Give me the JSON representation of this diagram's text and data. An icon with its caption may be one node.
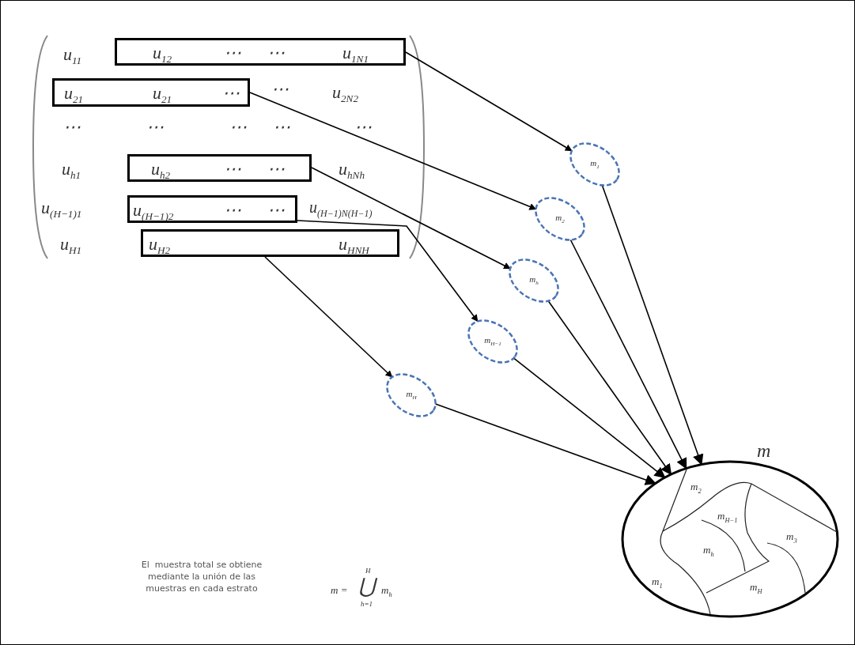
{
  "diagram": {
    "nodes": [
      {
        "text": [
          "u$_{12}$",
          "⋯",
          "⋯",
          "u$_{1N}$$_{1}$"
        ]
      },
      {
        "text": [
          "u$_{21}$",
          "u$_{21}$",
          "⋯"
        ]
      },
      {
        "text": [
          "u$_{h2}$",
          "⋯",
          "⋯"
        ]
      },
      {
        "text": [
          "u$_{(H−1)2}$",
          "⋯",
          "⋯"
        ]
      },
      {
        "text": [
          "u$_{H2}$",
          "u$_{HN}$$_{H}$"
        ]
      },
      {
        "text": [
          "m$_{1}$"
        ]
      },
      {
        "text": [
          "m$_{2}$"
        ]
      },
      {
        "text": [
          "m$_{h}$"
        ]
      },
      {
        "text": [
          "m$_{H−1}$"
        ]
      },
      {
        "text": [
          "m$_{H}$"
        ]
      },
      {
        "text": [
          "m"
        ]
      },
      {
        "text": [
          "m$_{2}$"
        ],
        "in": 10
      },
      {
        "text": [
          "m$_{H−1}$"
        ],
        "in": 10
      },
      {
        "text": [
          "m$_{3}$"
        ],
        "in": 10
      },
      {
        "text": [
          "m$_{h}$"
        ],
        "in": 10
      },
      {
        "text": [
          "m$_{1}$"
        ],
        "in": 10
      },
      {
        "text": [
          "m$_{H}$"
        ],
        "in": 10
      }
    ],
    "edges": [
      {
        "from": 0,
        "to": 5,
        "arrow": "to"
      },
      {
        "from": 1,
        "to": 6,
        "arrow": "to"
      },
      {
        "from": 2,
        "to": 7,
        "arrow": "to"
      },
      {
        "from": 3,
        "to": 8,
        "arrow": "to"
      },
      {
        "from": 4,
        "to": 9,
        "arrow": "to"
      },
      {
        "from": 5,
        "to": 10,
        "arrow": "to"
      },
      {
        "from": 6,
        "to": 10,
        "arrow": "to"
      },
      {
        "from": 7,
        "to": 10,
        "arrow": "to"
      },
      {
        "from": 8,
        "to": 10,
        "arrow": "to"
      },
      {
        "from": 9,
        "to": 10,
        "arrow": "to"
      }
    ],
    "labels": [
      "u$_{11}$",
      "⋯",
      "u$_{2N}$$_{2}$",
      "⋯",
      "⋯",
      "⋯",
      "⋯",
      "⋯",
      "u$_{h1}$",
      "u$_{hN}$$_{h}$",
      "u$_{(H−1)1}$",
      "u$_{(H−1)N}$$_{(H−1)}$",
      "u$_{H1}$",
      "El  muestra total se obtiene mediante la unión de las muestras en cada estrato",
      "m =",
      "H",
      "⋃",
      "m$_{h}$",
      "h=1"
    ]
  }
}
